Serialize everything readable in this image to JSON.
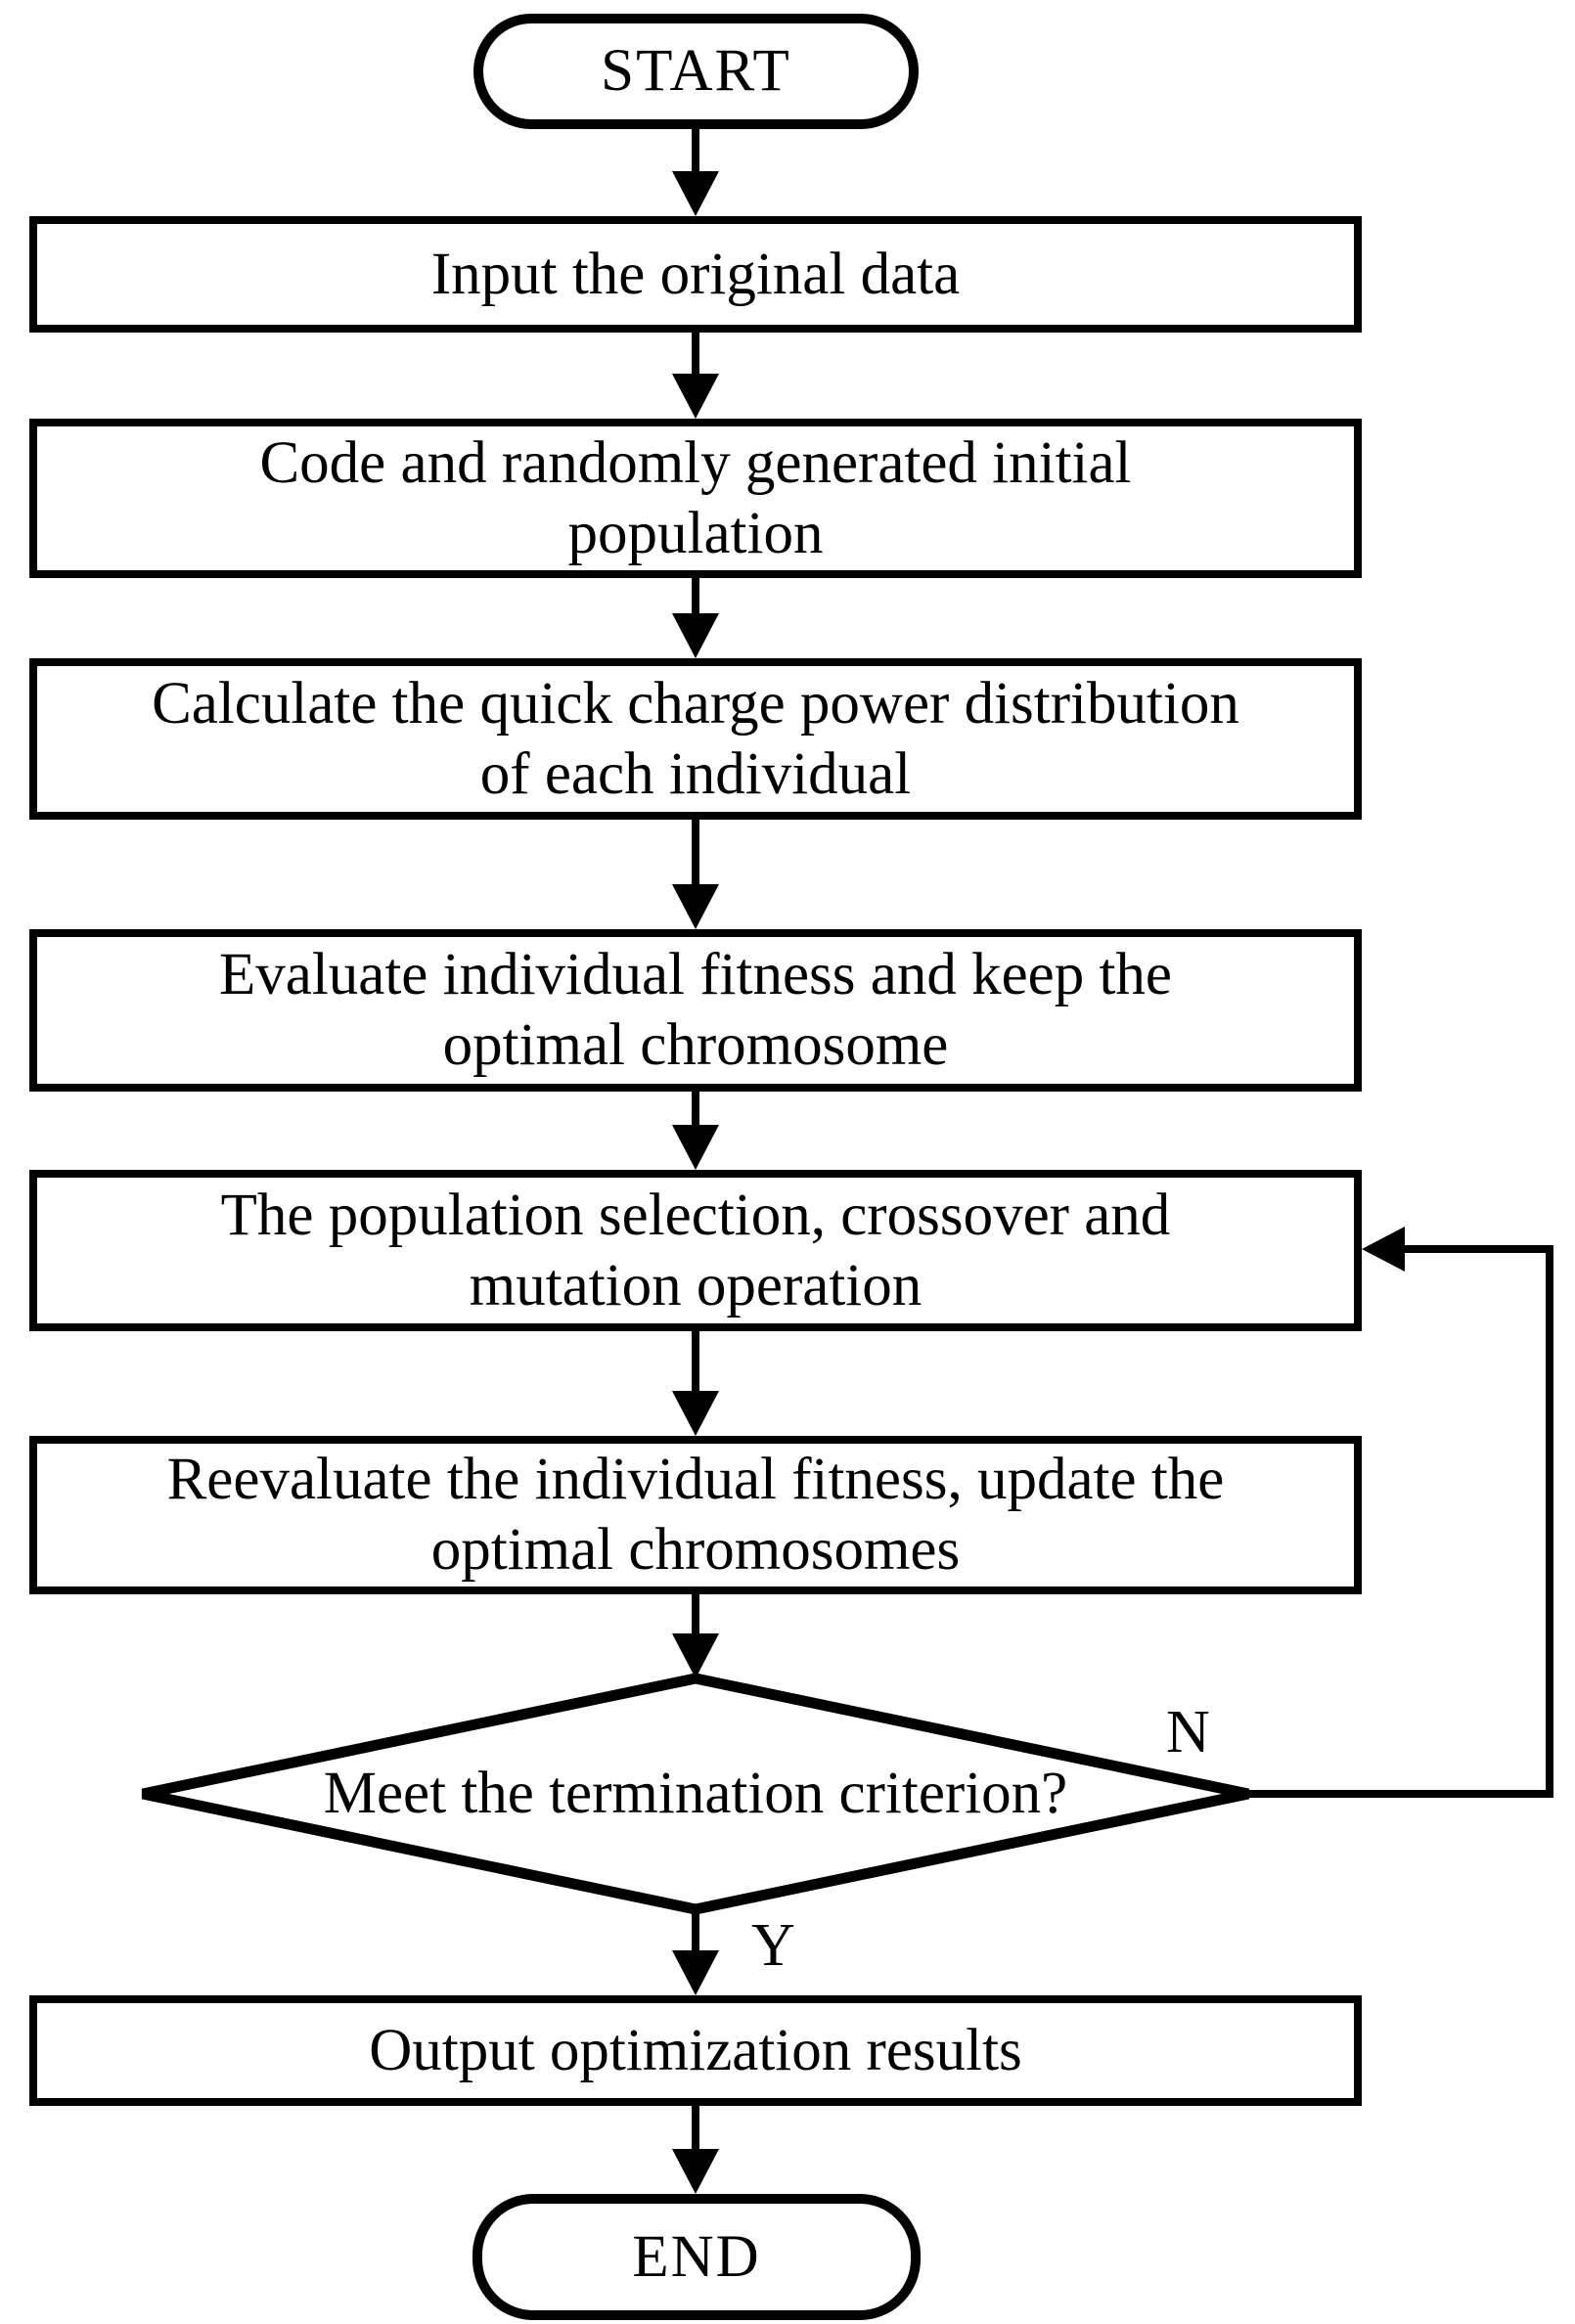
{
  "colors": {
    "stroke": "#000000",
    "background": "#ffffff",
    "node_fill": "#ffffff"
  },
  "nodes": {
    "start": {
      "type": "terminator",
      "label": "START"
    },
    "input": {
      "type": "process",
      "lines": [
        "Input the original data"
      ]
    },
    "code": {
      "type": "process",
      "lines": [
        "Code and randomly generated initial",
        "population"
      ]
    },
    "calculate": {
      "type": "process",
      "lines": [
        "Calculate the quick charge power distribution",
        "of each individual"
      ]
    },
    "evaluate": {
      "type": "process",
      "lines": [
        "Evaluate individual fitness and keep the",
        "optimal chromosome"
      ]
    },
    "population": {
      "type": "process",
      "lines": [
        "The population selection, crossover and",
        "mutation operation"
      ]
    },
    "reevaluate": {
      "type": "process",
      "lines": [
        "Reevaluate the individual fitness, update the",
        "optimal chromosomes"
      ]
    },
    "decision": {
      "type": "decision",
      "label": "Meet the termination criterion?"
    },
    "output": {
      "type": "process",
      "lines": [
        "Output optimization results"
      ]
    },
    "end": {
      "type": "terminator",
      "label": "END"
    }
  },
  "edges": {
    "yes_label": "Y",
    "no_label": "N"
  }
}
